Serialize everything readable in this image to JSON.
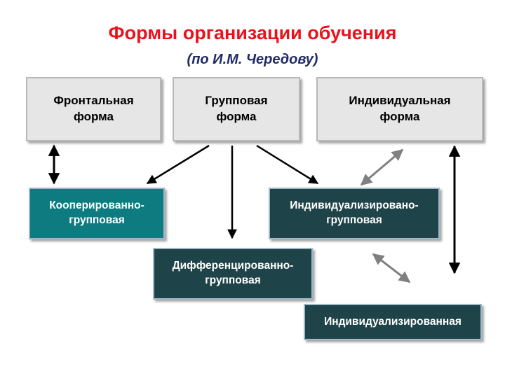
{
  "title": "Формы организации обучения",
  "subtitle": "(по И.М. Чередову)",
  "boxes": {
    "frontal": "Фронтальная\nформа",
    "group": "Групповая\nформа",
    "individual": "Индивидуальная\nформа",
    "cooperative_group": "Кооперированно-\nгрупповая",
    "individualized_group": "Индивидуализировано-\nгрупповая",
    "differentiated_group": "Дифференцированно-\nгрупповая",
    "individualized": "Индивидуализированная"
  },
  "colors": {
    "title": "#e8121b",
    "subtitle": "#1f2a66",
    "gray_box": "#e6e6e6",
    "teal_box": "#0d7b80",
    "dark_box": "#1e4348",
    "arrow_black": "#000000",
    "arrow_gray": "#808080"
  }
}
